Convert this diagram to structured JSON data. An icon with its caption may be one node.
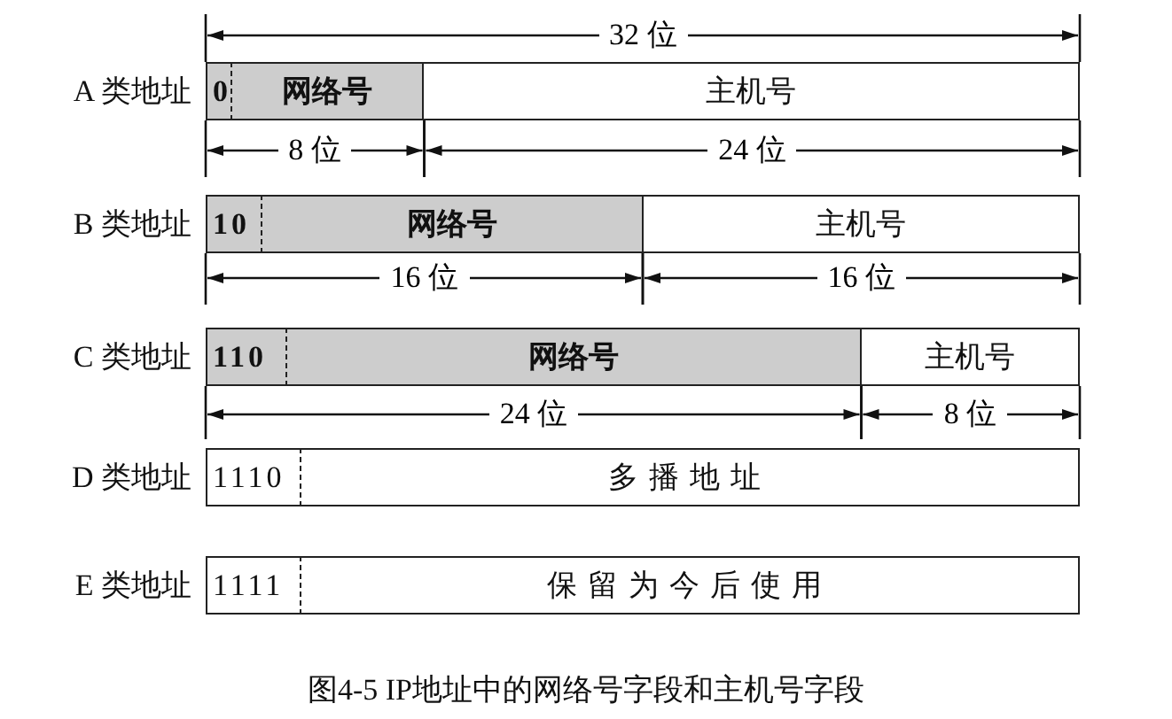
{
  "diagram": {
    "caption": "图4-5 IP地址中的网络号字段和主机号字段",
    "nodes": [
      {
        "text": [
          "0"
        ]
      },
      {
        "text": [
          "网络号"
        ]
      },
      {
        "text": [
          "主机号"
        ]
      },
      {
        "text": [
          "10"
        ]
      },
      {
        "text": [
          "网络号"
        ]
      },
      {
        "text": [
          "主机号"
        ]
      },
      {
        "text": [
          "110"
        ]
      },
      {
        "text": [
          "网络号"
        ]
      },
      {
        "text": [
          "主机号"
        ]
      },
      {
        "text": [
          "1110"
        ]
      },
      {
        "text": [
          "多播地址"
        ]
      },
      {
        "text": [
          "1111"
        ]
      },
      {
        "text": [
          "保留为今后使用"
        ]
      }
    ],
    "edges": [],
    "labels": [
      "32 位",
      "A 类地址",
      "8 位",
      "24 位",
      "B 类地址",
      "16 位",
      "16 位",
      "C 类地址",
      "24 位",
      "8 位",
      "D 类地址",
      "E 类地址"
    ]
  }
}
